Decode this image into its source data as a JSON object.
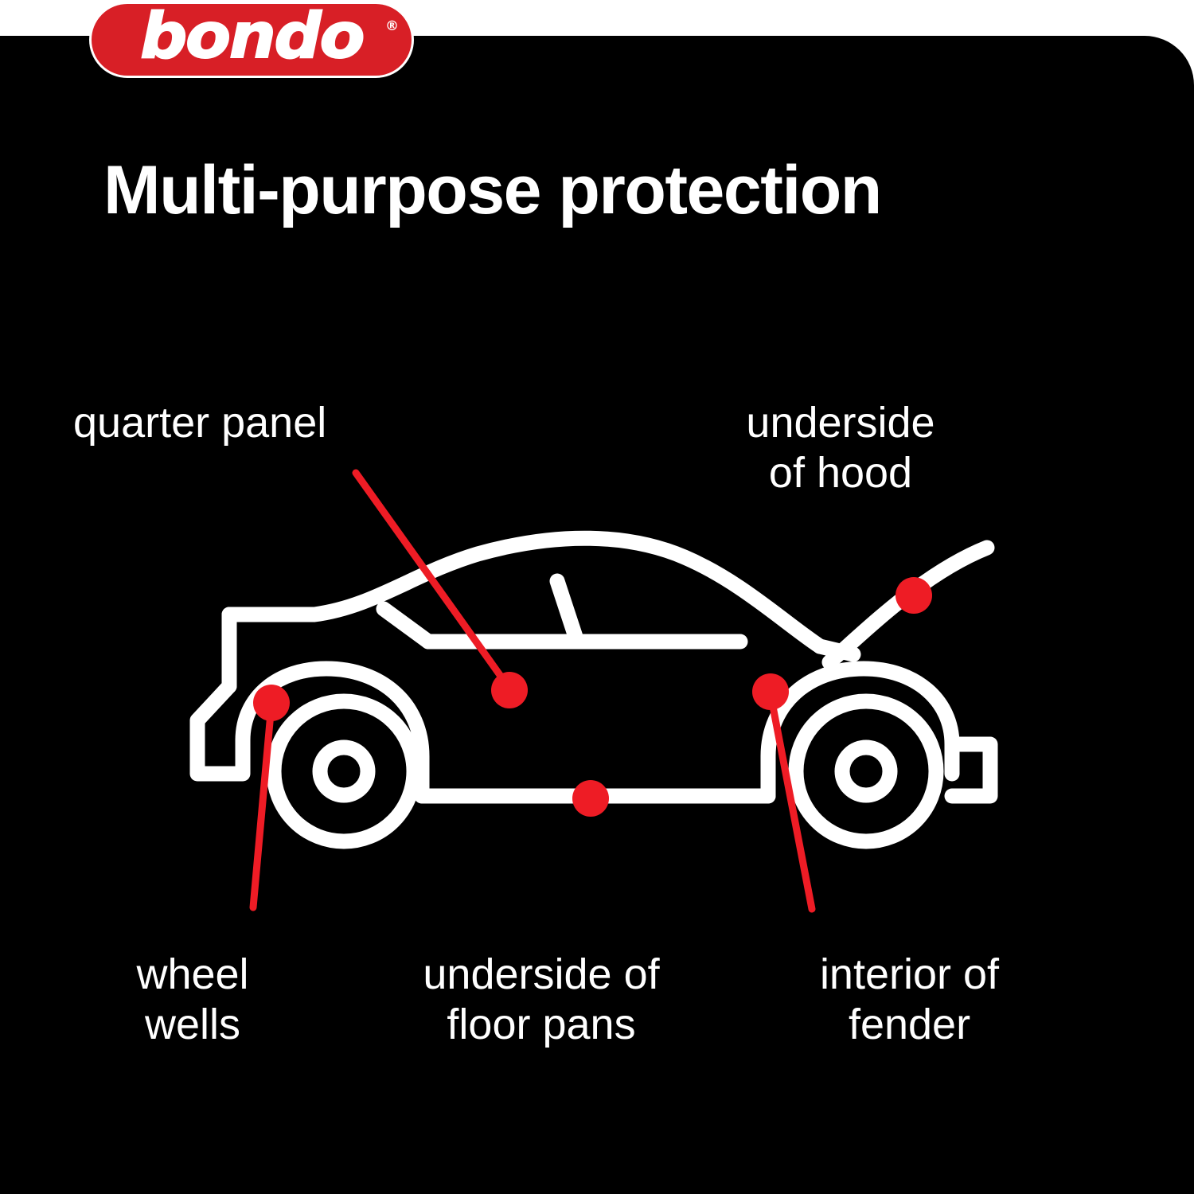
{
  "brand": {
    "logo_text": "bondo",
    "registered_mark": "®",
    "logo_bg_color": "#d81f26",
    "logo_text_color": "#ffffff"
  },
  "headline": {
    "text": "Multi-purpose protection"
  },
  "theme": {
    "background_color": "#ffffff",
    "panel_color": "#000000",
    "text_color": "#ffffff",
    "accent_color": "#ee1c25",
    "illustration_color": "#ffffff"
  },
  "callouts": [
    {
      "id": "quarter-panel",
      "label": "quarter panel",
      "dot_color": "#ee1c25",
      "has_leader_line": true
    },
    {
      "id": "underside-of-hood",
      "label": "underside\nof hood",
      "dot_color": "#ee1c25",
      "has_leader_line": false
    },
    {
      "id": "wheel-wells",
      "label": "wheel\nwells",
      "dot_color": "#ee1c25",
      "has_leader_line": true
    },
    {
      "id": "underside-of-floor-pans",
      "label": "underside of\nfloor pans",
      "dot_color": "#ee1c25",
      "has_leader_line": false
    },
    {
      "id": "interior-of-fender",
      "label": "interior of\nfender",
      "dot_color": "#ee1c25",
      "has_leader_line": true
    }
  ],
  "illustration": {
    "name": "car-side-view-outline",
    "description": "Side view line drawing of a car with open hood, two wheels, and five red marker dots"
  }
}
